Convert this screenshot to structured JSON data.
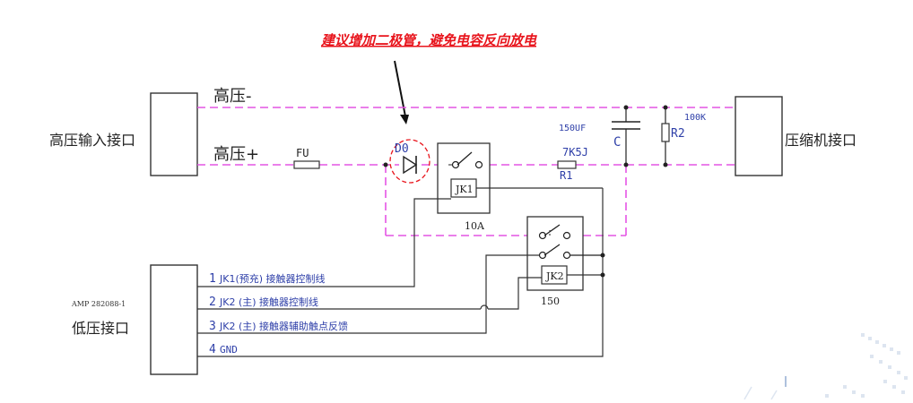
{
  "annotation": {
    "text": "建议增加二极管，避免电容反向放电",
    "color": "#e8141c"
  },
  "colors": {
    "hv_wire": "#e455e4",
    "lv_wire": "#333333",
    "label_blue": "#2e3fa8",
    "annotation_red": "#e8141c"
  },
  "blocks": {
    "hv_input": "高压输入接口",
    "compressor": "压缩机接口",
    "lv_interface": "低压接口",
    "amp_part": "AMP 282088-1"
  },
  "rails": {
    "hv_neg": "高压-",
    "hv_pos": "高压+"
  },
  "components": {
    "fuse": "FU",
    "diode": "D0",
    "relay1": "JK1",
    "relay1_rating": "10A",
    "relay2": "JK2",
    "relay2_rating": "150",
    "resistor1_value": "7K5J",
    "resistor1_ref": "R1",
    "capacitor_value": "150UF",
    "capacitor_ref": "C",
    "resistor2_value": "100K",
    "resistor2_ref": "R2"
  },
  "lv_lines": [
    {
      "num": "1",
      "label": "JK1(预充) 接触器控制线"
    },
    {
      "num": "2",
      "label": "JK2 (主) 接触器控制线"
    },
    {
      "num": "3",
      "label": "JK2 (主) 接触器辅助触点反馈"
    },
    {
      "num": "4",
      "label": "GND"
    }
  ]
}
